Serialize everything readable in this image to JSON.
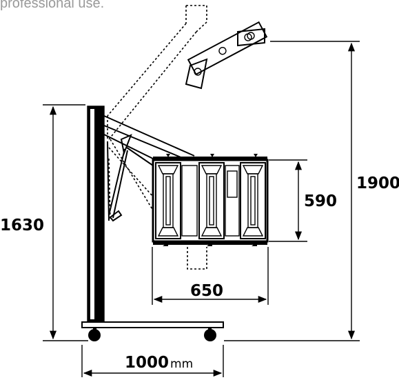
{
  "caption": "professional use.",
  "dimensions": {
    "total_height": "1900",
    "column_height": "1630",
    "panel_height": "590",
    "panel_width": "650",
    "base_width_value": "1000",
    "base_width_unit": "mm"
  },
  "icons": {
    "arrow": "arrowhead",
    "wheel": "caster-wheel"
  },
  "colors": {
    "line": "#000000",
    "caption": "#999999",
    "background": "#ffffff"
  }
}
